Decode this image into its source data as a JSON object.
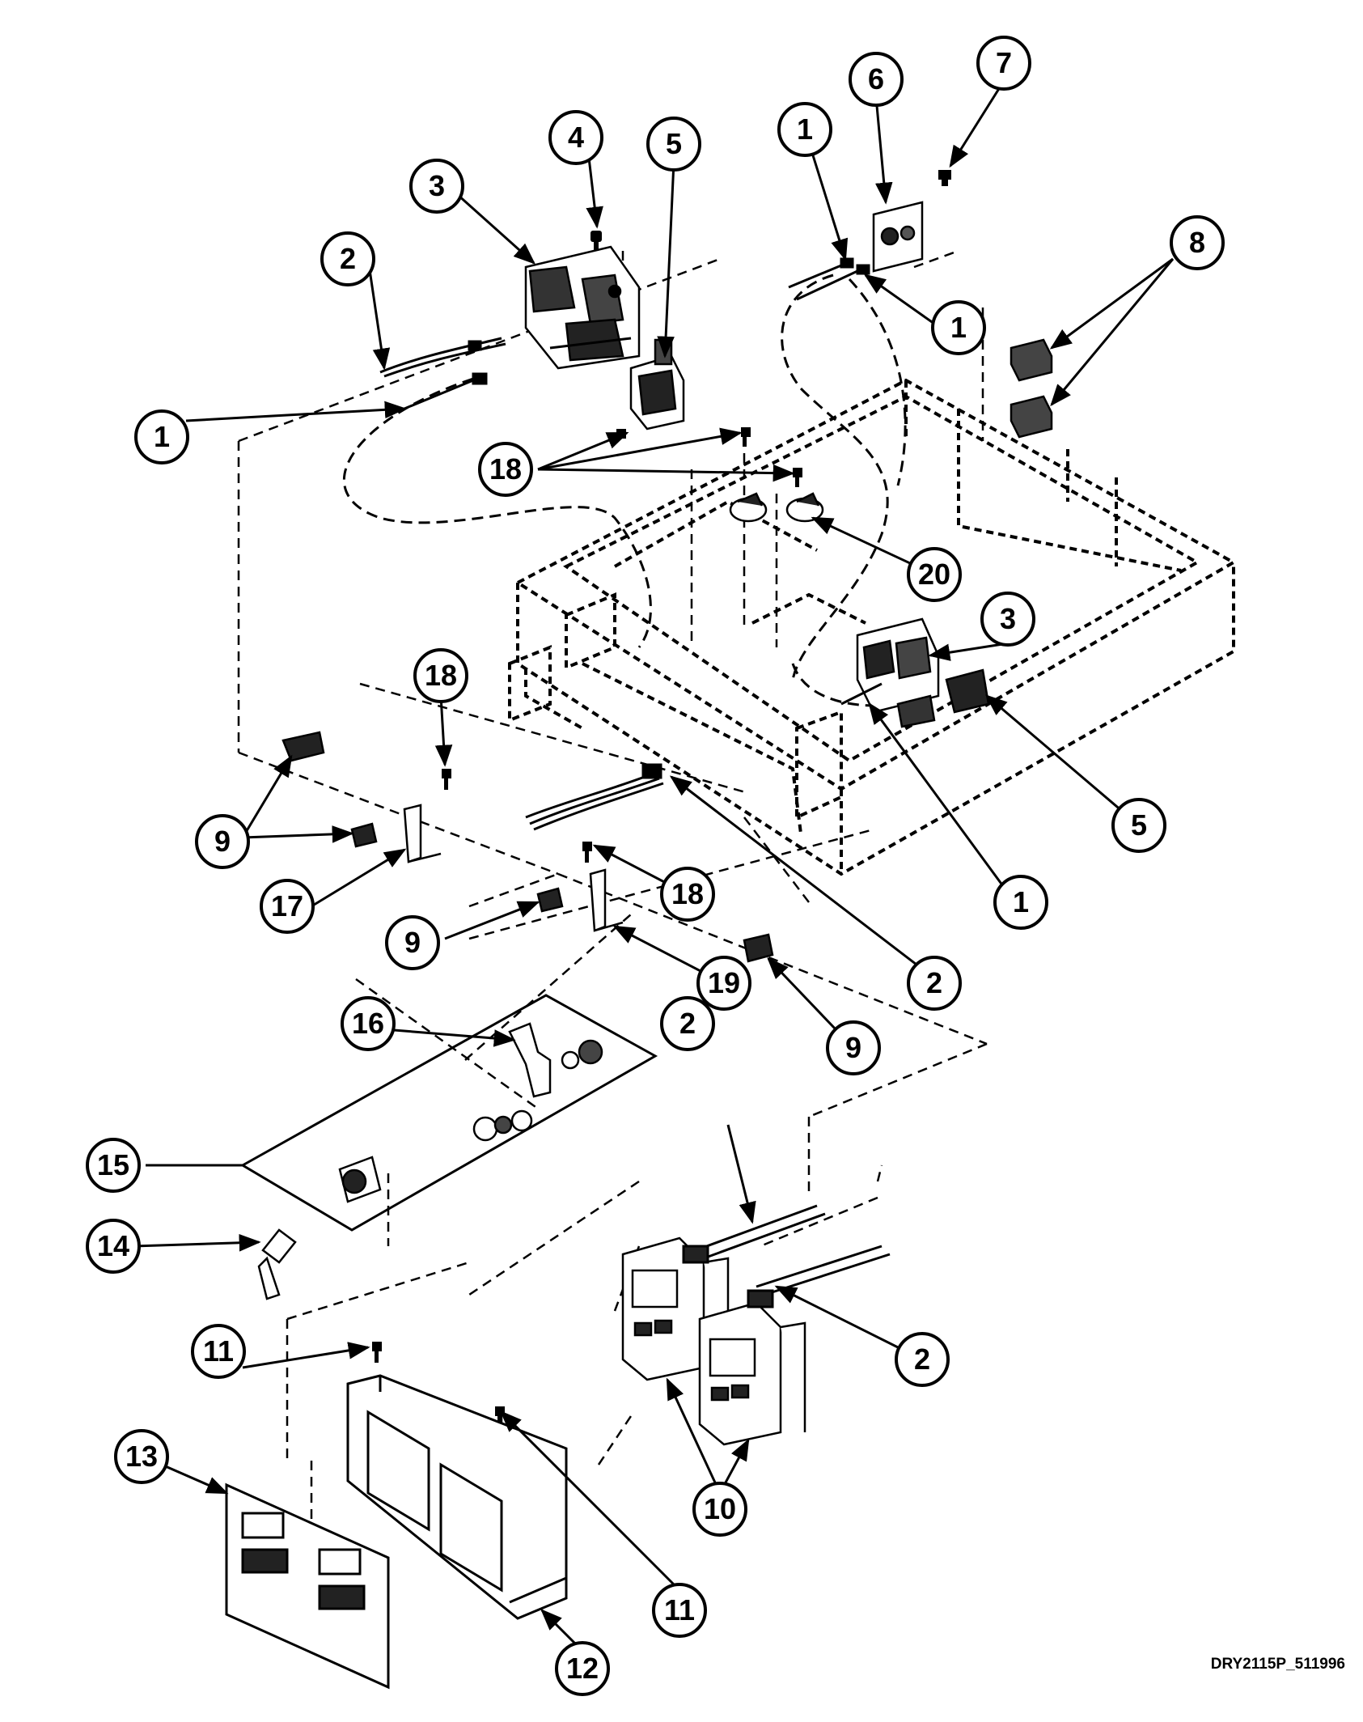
{
  "figure_id": "DRY2115P_511996",
  "callouts": [
    {
      "id": "c1a",
      "number": "1"
    },
    {
      "id": "c1b",
      "number": "1"
    },
    {
      "id": "c1c",
      "number": "1"
    },
    {
      "id": "c1d",
      "number": "1"
    },
    {
      "id": "c2a",
      "number": "2"
    },
    {
      "id": "c2b",
      "number": "2"
    },
    {
      "id": "c2c",
      "number": "2"
    },
    {
      "id": "c2d",
      "number": "2"
    },
    {
      "id": "c3a",
      "number": "3"
    },
    {
      "id": "c3b",
      "number": "3"
    },
    {
      "id": "c4",
      "number": "4"
    },
    {
      "id": "c5a",
      "number": "5"
    },
    {
      "id": "c5b",
      "number": "5"
    },
    {
      "id": "c6",
      "number": "6"
    },
    {
      "id": "c7",
      "number": "7"
    },
    {
      "id": "c8",
      "number": "8"
    },
    {
      "id": "c9a",
      "number": "9"
    },
    {
      "id": "c9b",
      "number": "9"
    },
    {
      "id": "c9c",
      "number": "9"
    },
    {
      "id": "c10",
      "number": "10"
    },
    {
      "id": "c11a",
      "number": "11"
    },
    {
      "id": "c11b",
      "number": "11"
    },
    {
      "id": "c12",
      "number": "12"
    },
    {
      "id": "c13",
      "number": "13"
    },
    {
      "id": "c14",
      "number": "14"
    },
    {
      "id": "c15",
      "number": "15"
    },
    {
      "id": "c16",
      "number": "16"
    },
    {
      "id": "c17",
      "number": "17"
    },
    {
      "id": "c18a",
      "number": "18"
    },
    {
      "id": "c18b",
      "number": "18"
    },
    {
      "id": "c18c",
      "number": "18"
    },
    {
      "id": "c19",
      "number": "19"
    },
    {
      "id": "c20",
      "number": "20"
    }
  ]
}
